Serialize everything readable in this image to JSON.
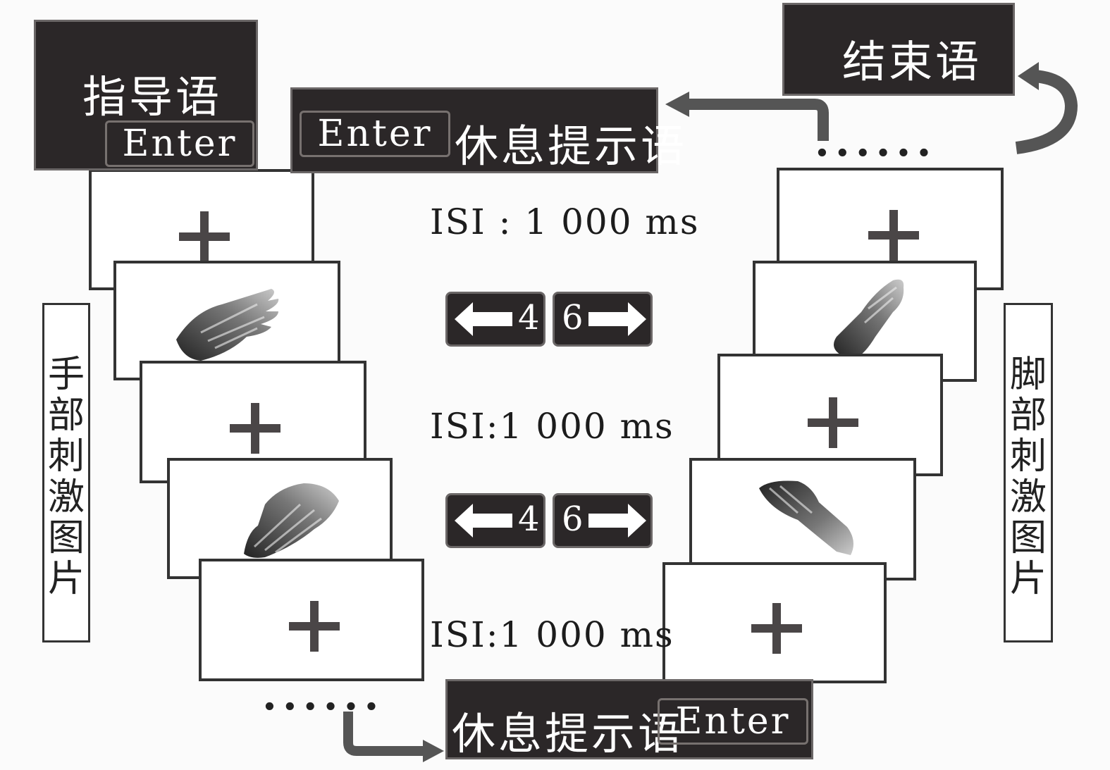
{
  "colors": {
    "dark_box": "#2b2728",
    "border": "#333333",
    "arrow": "#555555",
    "plus": "#4a4647"
  },
  "top_left": {
    "title": "指导语",
    "key": "Enter"
  },
  "top_rest": {
    "key": "Enter",
    "text": "休息提示语"
  },
  "top_right": {
    "title": "结束语"
  },
  "bottom_rest": {
    "text": "休息提示语",
    "key": "Enter"
  },
  "isi": [
    "ISI : 1 000 ms",
    "ISI:1 000 ms",
    "ISI:1 000 ms"
  ],
  "response_keys": {
    "left": "4",
    "right": "6"
  },
  "side_labels": {
    "left": "手部刺激图片",
    "right": "脚部刺激图片"
  },
  "ellipsis": "......",
  "icons": [
    "fixation-cross-icon",
    "hand-stimulus-icon",
    "foot-stimulus-icon",
    "left-arrow-icon",
    "right-arrow-icon",
    "flow-arrow-icon"
  ]
}
